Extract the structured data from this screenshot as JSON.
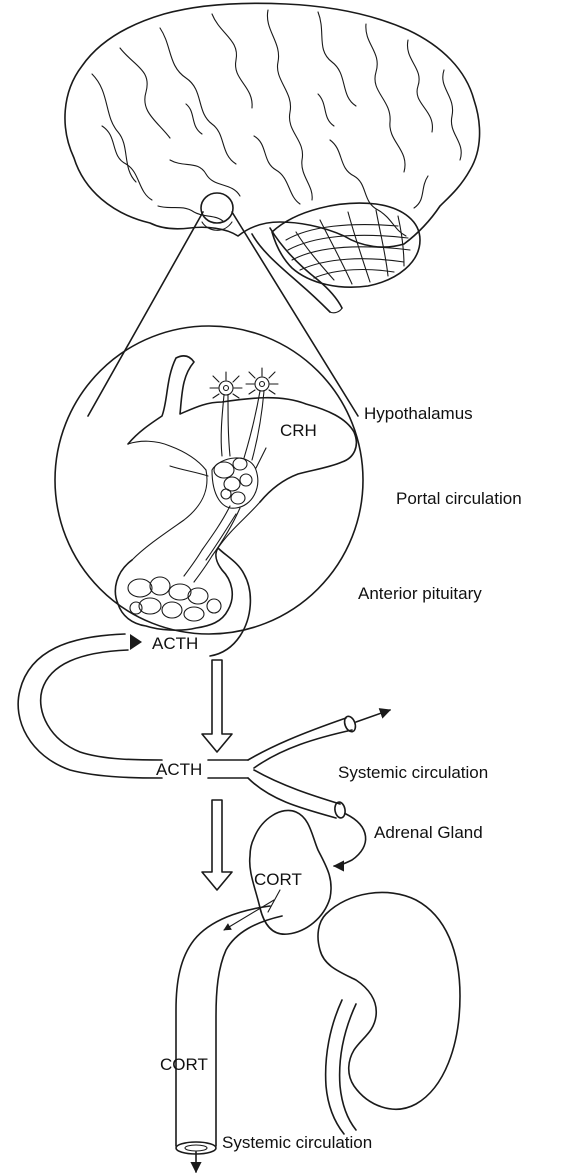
{
  "labels": {
    "hypothalamus": "Hypothalamus",
    "crh": "CRH",
    "portal_circulation": "Portal circulation",
    "anterior_pituitary": "Anterior pituitary",
    "acth_pituitary": "ACTH",
    "acth_vessel": "ACTH",
    "systemic_circulation_upper": "Systemic circulation",
    "adrenal_gland": "Adrenal Gland",
    "cort_adrenal": "CORT",
    "cort_vessel": "CORT",
    "systemic_circulation_lower": "Systemic circulation"
  },
  "colors": {
    "line": "#1a1a1a",
    "background": "#ffffff",
    "text": "#111111"
  },
  "icons": {
    "brain": "brain-illustration",
    "cerebellum": "cerebellum-illustration",
    "neurons": "neuron-icon",
    "kidney": "kidney-illustration",
    "flow_arrow": "down-arrow-icon"
  }
}
